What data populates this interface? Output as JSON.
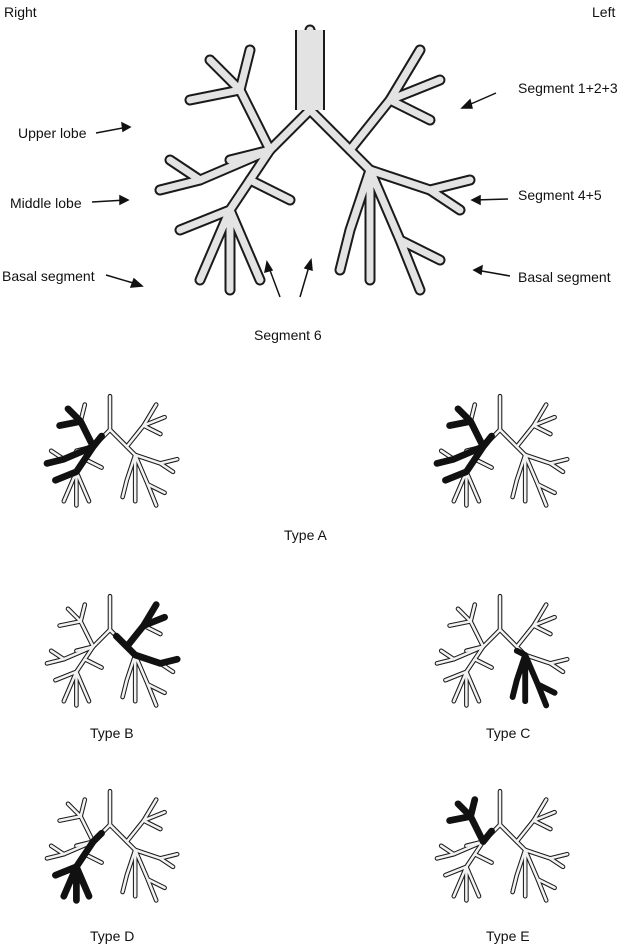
{
  "orientation": {
    "right": "Right",
    "left": "Left"
  },
  "labels": {
    "upper_lobe": "Upper lobe",
    "middle_lobe": "Middle lobe",
    "basal_segment_right": "Basal segment",
    "segment_123": "Segment 1+2+3",
    "segment_45": "Segment 4+5",
    "basal_segment_left": "Basal segment",
    "segment_6": "Segment 6"
  },
  "types": [
    {
      "id": "A1",
      "caption": "",
      "highlight": "right-upper-middle"
    },
    {
      "id": "A2",
      "caption": "Type A",
      "highlight": "right-upper-middle"
    },
    {
      "id": "B",
      "caption": "Type B",
      "highlight": "left-upper-main"
    },
    {
      "id": "C",
      "caption": "Type C",
      "highlight": "left-lower"
    },
    {
      "id": "D",
      "caption": "Type D",
      "highlight": "right-lower"
    },
    {
      "id": "E",
      "caption": "Type E",
      "highlight": "right-upper"
    }
  ],
  "colors": {
    "airway_fill": "#e3e3e3",
    "airway_edge": "#1a1a1a",
    "highlight": "#111111"
  }
}
